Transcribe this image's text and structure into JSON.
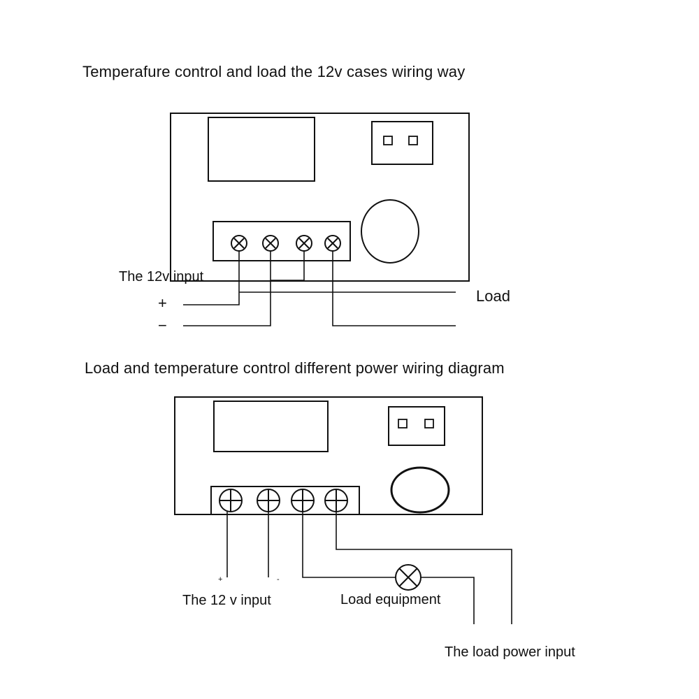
{
  "diagram1": {
    "title": "Temperafure control and load the 12v cases wiring way",
    "input_label": "The 12v  input",
    "plus": "+",
    "minus": "−",
    "load_label": "Load"
  },
  "diagram2": {
    "title": "Load and temperature control different power wiring diagram",
    "input_label": "The 12 v  input",
    "plus": "+",
    "minus": "-",
    "load_equipment_label": "Load equipment",
    "load_power_label": "The load power input"
  },
  "colors": {
    "ink": "#111111",
    "background": "#ffffff"
  }
}
